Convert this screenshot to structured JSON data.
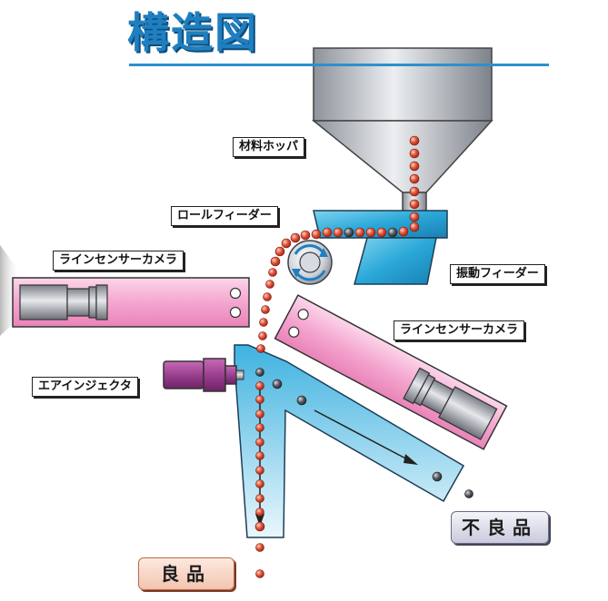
{
  "title": "構造図",
  "labels": {
    "hopper": "材料ホッパ",
    "roll_feeder": "ロールフィーダー",
    "vibrating_feeder": "振動フィーダー",
    "camera_left": "ラインセンサーカメラ",
    "camera_right": "ラインセンサーカメラ",
    "air_injector": "エアインジェクタ"
  },
  "results": {
    "good": "良品",
    "bad": "不良品"
  },
  "colors": {
    "title": "#1f7fc0",
    "hopper": "#b8bcc4",
    "feeder_blue": "#2aa8d8",
    "camera_pink": "#f4a6cf",
    "injector_purple": "#9b3f8f",
    "ball_red": "#d9462e",
    "ball_gray": "#555a60"
  }
}
